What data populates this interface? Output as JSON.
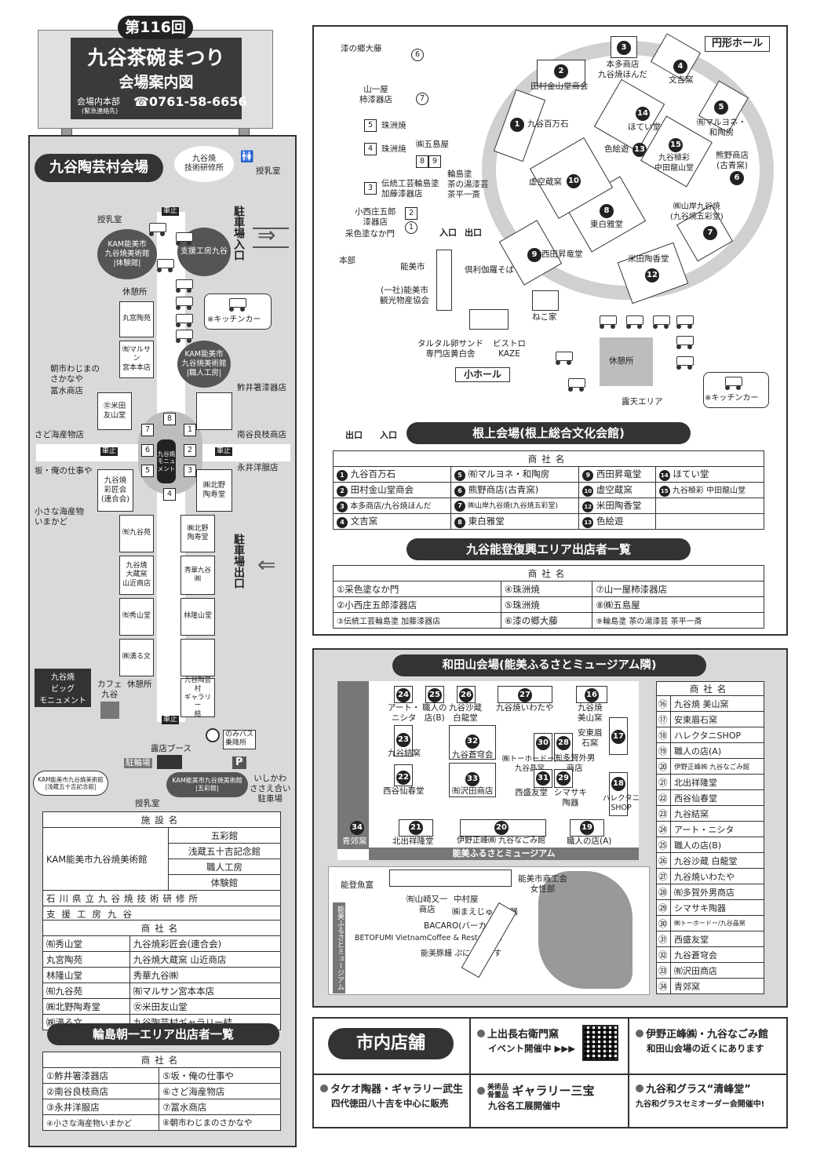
{
  "header": {
    "edition": "第116回",
    "title": "九谷茶碗まつり",
    "subtitle": "会場案内図",
    "hq_label": "会場内本部",
    "hq_note": "(緊急連絡先)",
    "phone": "☎0761-58-6656"
  },
  "village": {
    "title": "九谷陶芸村会場",
    "kenshu": "九谷焼\n技術研修所",
    "junyu": "授乳室",
    "parking_in": "駐車場入口",
    "parking_out": "駐車場出口",
    "kam_taiken": "KAM能美市\n九谷焼美術館\n|体験館|",
    "shien": "支援工房九谷",
    "kyukei": "休憩所",
    "kitchen_car": "※キッチンカー",
    "kam_shokunin": "KAM能美市\n九谷焼美術館\n|職人工房|",
    "kam_asakura": "KAM能美市九谷焼美術館\n|浅蔵五十吉記念館|",
    "kam_gosai": "KAM能美市九谷焼美術館\n|五彩館|",
    "big_monument": "九谷焼\nビッグ\nモニュメント",
    "cafe": "カフェ\n九谷",
    "kyukei2": "休憩所",
    "roten": "露店ブース",
    "churinjo": "駐輪場",
    "bus": "のみバス\n乗降所",
    "ishikawa_parking": "いしかわ\nささえ合い\n駐車場",
    "monument_center": "九谷焼\nモニュメント",
    "stop": "車止",
    "shops": {
      "marumiya": "丸宮陶苑",
      "marusan": "㈲マルサン\n宮本本店",
      "yoneda": "㊛米田\n友山堂",
      "saishokai": "九谷焼\n彩匠会\n(連合会)",
      "kitano": "㈱北野\n陶寿堂",
      "kutanien": "㈲九谷苑",
      "kitano2": "㈱北野\n陶寿堂",
      "taizo": "九谷焼\n大蔵窯\n山近商店",
      "shuka": "秀華九谷㈱",
      "shuzan": "㈲秀山堂",
      "rinryu": "林隆山堂",
      "mitsuru": "㈱満る文",
      "gallery": "九谷陶芸村\nギャラリー\n結"
    },
    "asaichi_labels": {
      "waji": "朝市わじまの\nさかなや",
      "tomimizu": "冨水商店",
      "sado": "さど海産物店",
      "saka": "坂・俺の仕事や",
      "chiisana": "小さな海産物\nいまかど",
      "sakai": "鮓井箸漆器店",
      "minami": "南谷良枝商店",
      "nagai": "永井洋服店"
    }
  },
  "facilities_table": {
    "header": "施設名",
    "kam": "KAM能美市九谷焼美術館",
    "kam_subs": [
      "五彩館",
      "浅蔵五十吉記念館",
      "職人工房",
      "体験館"
    ],
    "rows": [
      "石川県立九谷焼技術研修所",
      "支援工房九谷"
    ]
  },
  "village_shop_table": {
    "header": "商社名",
    "rows": [
      [
        "㈲秀山堂",
        "九谷焼彩匠会(連合会)"
      ],
      [
        "丸宮陶苑",
        "九谷焼大蔵窯 山近商店"
      ],
      [
        "林隆山堂",
        "秀華九谷㈱"
      ],
      [
        "㈲九谷苑",
        "㈲マルサン宮本本店"
      ],
      [
        "㈱北野陶寿堂",
        "㊛米田友山堂"
      ],
      [
        "㈱満る文",
        "九谷陶芸村ギャラリー結"
      ]
    ]
  },
  "wajima_table": {
    "title": "輪島朝一エリア出店者一覧",
    "header": "商社名",
    "rows": [
      [
        "①鮓井箸漆器店",
        "⑤坂・俺の仕事や"
      ],
      [
        "②南谷良枝商店",
        "⑥さど海産物店"
      ],
      [
        "③永井洋服店",
        "⑦冨水商店"
      ],
      [
        "④小さな海産物いまかど",
        "⑧朝市わじまのさかなや"
      ]
    ]
  },
  "neagari": {
    "hall": "円形ホール",
    "title": "根上会場(根上総合文化会館)",
    "small_hall": "小ホール",
    "honbu": "本部",
    "nomi_ichi": "能美市",
    "kanko": "(一社)能美市\n観光物産協会",
    "kurikara": "倶利伽羅そば",
    "nekoya": "ねこ家",
    "tartar": "タルタル卵サンド\n専門店黄白舎",
    "bistro": "ビストロ\nKAZE",
    "kyukei": "休憩所",
    "roten": "露天エリア",
    "kitchen_car": "※キッチンカー",
    "entrance": "入口",
    "exit": "出口",
    "urushi": "漆の郷大藤",
    "yamaichi": "山一屋\n柿漆器店",
    "shusu": "珠洲焼",
    "goshima": "㈱五島屋",
    "wajimanuri": "輪島塗\n茶の湯漆芸\n茶平一斎",
    "denko": "伝統工芸輪島塗\n加藤漆器店",
    "konishi": "小西庄五郎\n漆器店",
    "saishiki": "采色塗なか門",
    "map_shops": {
      "1": "九谷百万石",
      "2": "田村金山堂商会",
      "3": "本多商店\n九谷焼ほんだ",
      "4": "文吉窯",
      "5": "㈲マルヨネ・\n和陶房",
      "6": "熊野商店\n(古青窯)",
      "7": "㈱山岸九谷焼\n(九谷焼五彩堂)",
      "8": "東白雅堂",
      "9": "西田昇竜堂",
      "10": "虚空蔵窯",
      "12": "米田陶香堂",
      "13": "色絵遊",
      "14": "ほてい堂",
      "15": "九谷極彩\n中田龍山堂"
    }
  },
  "neagari_table": {
    "header": "商社名",
    "rows": [
      [
        "九谷百万石",
        "㈲マルヨネ・和陶房",
        "西田昇竜堂",
        "ほてい堂"
      ],
      [
        "田村金山堂商会",
        "熊野商店(古青窯)",
        "虚空蔵窯",
        "九谷極彩 中田龍山堂"
      ],
      [
        "本多商店/九谷焼ほんだ",
        "㈱山岸九谷焼(九谷焼五彩堂)",
        "米田陶香堂",
        ""
      ],
      [
        "文吉窯",
        "東白雅堂",
        "色絵遊",
        ""
      ]
    ]
  },
  "noto_table": {
    "title": "九谷能登復興エリア出店者一覧",
    "header": "商社名",
    "rows": [
      [
        "①采色塗なか門",
        "④珠洲焼",
        "⑦山一屋柿漆器店"
      ],
      [
        "②小西庄五郎漆器店",
        "⑤珠洲焼",
        "⑧㈱五島屋"
      ],
      [
        "③伝統工芸輪島塗 加藤漆器店",
        "⑥漆の郷大藤",
        "⑨輪島塗 茶の湯漆芸 茶平一斎"
      ]
    ]
  },
  "wadayama": {
    "title": "和田山会場(能美ふるさとミュージアム隣)",
    "museum": "能美ふるさとミュージアム",
    "museum_v": "能美ふるさとミュージアム",
    "lower": {
      "notogyo": "能登魚富",
      "yamazaki": "㈲山崎又一\n商店",
      "nakamura": "中村屋",
      "shokokai": "能美市商工会\n女性部",
      "maejuu": "㈱まえじゅう漆器",
      "bacaro": "BACARO(バーカロ)",
      "betofumi": "BETOFUMI VietnamCoffee & Restaurant",
      "punipuni": "能美豚饅 ぷにぷにです"
    },
    "map_shops": {
      "16": "九谷焼\n美山窯",
      "17": "安東眉\n石窯",
      "18": "ハレクタニ\nSHOP",
      "19": "職人の店(A)",
      "20": "伊野正峰㈱ 九谷なごみ館",
      "21": "北出祥隆堂",
      "22": "西谷仙春堂",
      "23": "九谷結窯",
      "24": "アート・\nニシタ",
      "25": "職人の\n店(B)",
      "26": "九谷沙蔵\n白龍堂",
      "27": "九谷焼いわたや",
      "28": "㈲多賀外男\n商店",
      "29": "シマサキ\n陶器",
      "30": "㈱トーホードー/\n九谷晶窯",
      "31": "西盛友堂",
      "32": "九谷蒼穹会",
      "33": "㈲沢田商店",
      "34": "青郊窯"
    }
  },
  "wadayama_table": {
    "header": "商社名",
    "rows": [
      [
        "⑯",
        "九谷焼 美山窯"
      ],
      [
        "⑰",
        "安東眉石窯"
      ],
      [
        "⑱",
        "ハレクタニSHOP"
      ],
      [
        "⑲",
        "職人の店(A)"
      ],
      [
        "⑳",
        "伊野正峰㈱ 九谷なごみ館"
      ],
      [
        "㉑",
        "北出祥隆堂"
      ],
      [
        "㉒",
        "西谷仙春堂"
      ],
      [
        "㉓",
        "九谷結窯"
      ],
      [
        "㉔",
        "アート・ニシタ"
      ],
      [
        "㉕",
        "職人の店(B)"
      ],
      [
        "㉖",
        "九谷沙蔵 白龍堂"
      ],
      [
        "㉗",
        "九谷焼いわたや"
      ],
      [
        "㉘",
        "㈲多賀外男商店"
      ],
      [
        "㉙",
        "シマサキ陶器"
      ],
      [
        "㉚",
        "㈱トーホードー/九谷晶窯"
      ],
      [
        "㉛",
        "西盛友堂"
      ],
      [
        "㉜",
        "九谷蒼穹会"
      ],
      [
        "㉝",
        "㈲沢田商店"
      ],
      [
        "㉞",
        "青郊窯"
      ]
    ]
  },
  "city_shops": {
    "title": "市内店舗",
    "s1_name": "上出長右衛門窯",
    "s1_sub": "イベント開催中 ▶▶▶",
    "s2_name": "伊野正峰㈱・九谷なごみ館",
    "s2_sub": "和田山会場の近くにあります",
    "s3_name": "タケオ陶器・ギャラリー武生",
    "s3_sub": "四代徳田八十吉を中心に販売",
    "s4_pre": "美術品\n骨董品",
    "s4_name": "ギャラリー三宝",
    "s4_sub": "九谷名工展開催中",
    "s5_name": "九谷和グラス“清峰堂”",
    "s5_sub": "九谷和グラスセミオーダー会開催中!"
  }
}
